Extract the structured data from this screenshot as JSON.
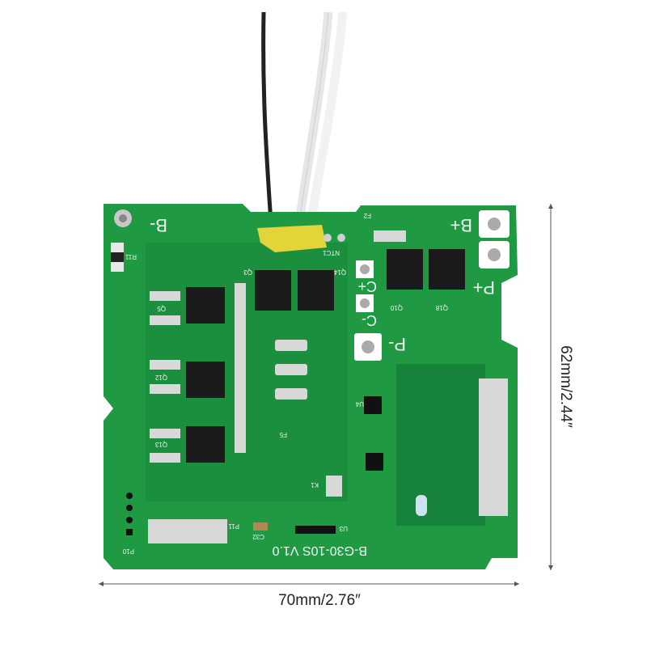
{
  "product": {
    "board_model": "B-G30-10S V1.0",
    "pads": {
      "b_minus": "B-",
      "b_plus": "B+",
      "p_plus": "P+",
      "p_minus": "P-",
      "c_plus": "C+",
      "c_minus": "C-"
    },
    "components": [
      "Q5",
      "Q12",
      "Q13",
      "Q3",
      "Q14",
      "Q10",
      "Q18",
      "F5",
      "U3",
      "U4",
      "K1",
      "P10",
      "P11",
      "C32",
      "NTC1",
      "F2",
      "R11"
    ]
  },
  "dimensions": {
    "width_label": "70mm/2.76″",
    "height_label": "62mm/2.44″"
  },
  "colors": {
    "pcb": "#1f9a43",
    "pcb_dark": "#17823a",
    "background": "#ffffff",
    "tape": "#e3d43a"
  }
}
